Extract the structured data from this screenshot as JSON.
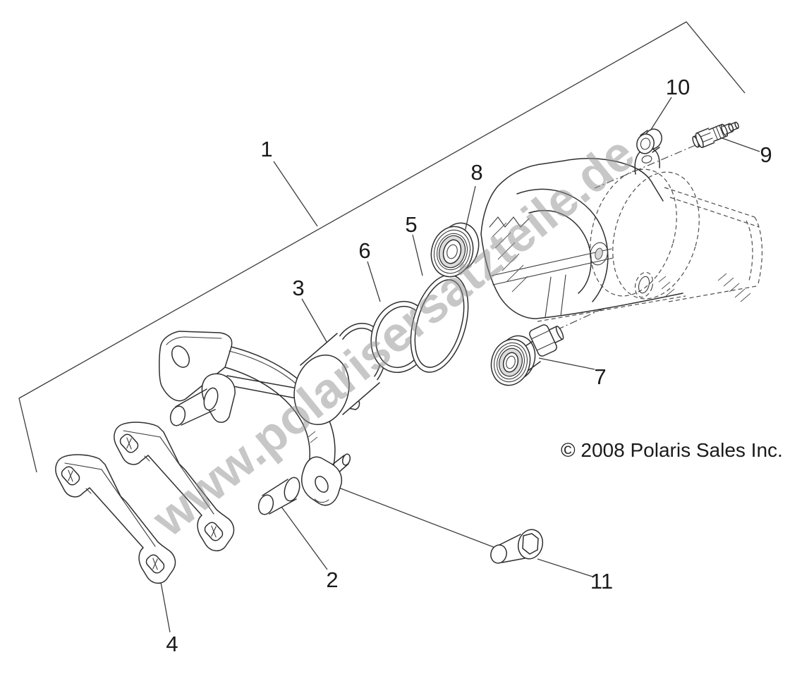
{
  "diagram": {
    "watermark": "www.polarisersatzteile.de",
    "copyright": "© 2008 Polaris Sales Inc.",
    "colors": {
      "background": "#ffffff",
      "line": "#2f2f2f",
      "hidden_line": "#4d4d4d",
      "label_text": "#1a1a1a",
      "watermark": "#8f8f8f"
    },
    "callouts": [
      {
        "label": "1",
        "part": "caliper-assembly"
      },
      {
        "label": "2",
        "part": "guide-pin"
      },
      {
        "label": "3",
        "part": "piston"
      },
      {
        "label": "4",
        "part": "brake-pads"
      },
      {
        "label": "5",
        "part": "dust-seal-ring"
      },
      {
        "label": "6",
        "part": "piston-seal-ring"
      },
      {
        "label": "7",
        "part": "guide-pin-boot"
      },
      {
        "label": "8",
        "part": "piston-boot"
      },
      {
        "label": "9",
        "part": "bleeder-screw"
      },
      {
        "label": "10",
        "part": "bleeder-cap"
      },
      {
        "label": "11",
        "part": "mount-bolt"
      }
    ]
  }
}
